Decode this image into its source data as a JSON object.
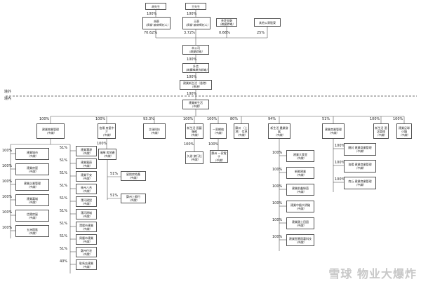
{
  "labels": {
    "outside": "境外",
    "inside": "境內"
  },
  "watermark": "雪球 物业大爆炸",
  "shareholders": [
    {
      "name": "胡先生",
      "sub": ""
    },
    {
      "name": "王先生",
      "sub": ""
    },
    {
      "name": "胡蔡",
      "sub": "（承留 被禁受託人）"
    },
    {
      "name": "王蔡",
      "sub": "（承留 被禁受託人）"
    },
    {
      "name": "茶荘金融",
      "sub": "（開曼群島）"
    },
    {
      "name": "其他公眾股東",
      "sub": ""
    }
  ],
  "chain": [
    {
      "name": "本公司",
      "sub": "（開曼群島）"
    },
    {
      "name": "升信",
      "sub": "（英屬維爾京群島）"
    },
    {
      "name": "建業新生活（香港）",
      "sub": "（香港）"
    },
    {
      "name": "建業新生活",
      "sub": "（中國）"
    }
  ],
  "level1": [
    {
      "name": "建業物業管理",
      "sub": "（中國）"
    },
    {
      "name": "信陽 房屋中介",
      "sub": "（中國）"
    },
    {
      "name": "艾瑞科技",
      "sub": "（中國）"
    },
    {
      "name": "新生活 園藝服務",
      "sub": "（中國）"
    },
    {
      "name": "一家網絡",
      "sub": "（中國）"
    },
    {
      "name": "鄭州 （土地） 信息",
      "sub": "（中國）"
    },
    {
      "name": "新生活 農業發展",
      "sub": "（中國）"
    },
    {
      "name": "建業商業管理",
      "sub": "（中國）"
    },
    {
      "name": "新生活 酒店管理",
      "sub": "（中國）"
    },
    {
      "name": "建業足球 小鎮",
      "sub": "（中國）"
    }
  ],
  "pm_left": [
    {
      "pct": "100%",
      "name": "建業城市",
      "sub": "（中國）"
    },
    {
      "pct": "100%",
      "name": "建業房屋",
      "sub": "（中國）"
    },
    {
      "pct": "100%",
      "name": "建業企業管理",
      "sub": "（中國）"
    },
    {
      "pct": "100%",
      "name": "建業嘉城",
      "sub": "（中國）"
    },
    {
      "pct": "100%",
      "name": "信陽房屋",
      "sub": "（中國）"
    },
    {
      "pct": "100%",
      "name": "五洲園區",
      "sub": "（中國）"
    }
  ],
  "pm_right": [
    {
      "pct": "51%",
      "name": "建業瀾源",
      "sub": "（中國）"
    },
    {
      "pct": "51%",
      "name": "建業寬蔚",
      "sub": "（中國）"
    },
    {
      "pct": "51%",
      "name": "建業平安",
      "sub": "（中國）"
    },
    {
      "pct": "51%",
      "name": "林州八合",
      "sub": "（中國）"
    },
    {
      "pct": "51%",
      "name": "漯河建設",
      "sub": "（中國）"
    },
    {
      "pct": "51%",
      "name": "漯河建城",
      "sub": "（中國）"
    },
    {
      "pct": "51%",
      "name": "漯陽市建業",
      "sub": "（中國）"
    },
    {
      "pct": "51%",
      "name": "周曆市建業",
      "sub": "（中國）"
    },
    {
      "pct": "51%",
      "name": "鄭州住宅",
      "sub": "（中國）"
    },
    {
      "pct": "40%",
      "name": "駐馬店建業",
      "sub": "（中國）"
    }
  ],
  "agency": [
    {
      "pct": "100%",
      "name": "瑞輝 房地產",
      "sub": "（中國）"
    },
    {
      "pct": "51%",
      "name": "星銳房地產",
      "sub": "（中國）"
    },
    {
      "pct": "51%",
      "name": "鄭州上都行",
      "sub": "（中國）"
    }
  ],
  "garden": [
    {
      "pct": "100%",
      "name": "久游 旅行社",
      "sub": "（中國）"
    }
  ],
  "network": [
    {
      "pct": "100%",
      "name": "鄭州 一家電子",
      "sub": "（中國）"
    }
  ],
  "agri": [
    {
      "pct": "100%",
      "name": "建業大食堂",
      "sub": "（中國）"
    },
    {
      "pct": "100%",
      "name": "新鮮建業",
      "sub": "（中國）"
    },
    {
      "pct": "100%",
      "name": "建業前鑫綠茵",
      "sub": "（中國）"
    },
    {
      "pct": "100%",
      "name": "建業中鍛大明豬",
      "sub": "（中國）"
    },
    {
      "pct": "100%",
      "name": "建業國土田園",
      "sub": "（中國）"
    },
    {
      "pct": "100%",
      "name": "建業智慧園藝科技",
      "sub": "（中國）"
    }
  ],
  "commercial": [
    {
      "pct": "100%",
      "name": "開封 建業商業管理",
      "sub": "（中國）"
    },
    {
      "pct": "100%",
      "name": "洛陽 建業商業管理",
      "sub": "（中國）"
    },
    {
      "pct": "100%",
      "name": "商丘 建業商業管理",
      "sub": "（中國）"
    }
  ],
  "pcts": {
    "sh_hu": "100%",
    "sh_wang": "100%",
    "cap_hu": "70.62%",
    "cap_wang": "3.72%",
    "cap_cx": "0.66%",
    "cap_pub": "25%",
    "c1": "100%",
    "c2": "100%",
    "c3": "100%",
    "l1": [
      "100%",
      "100%",
      "93.3%",
      "100%",
      "100%",
      "80%",
      "94%",
      "51%",
      "100%",
      "100%"
    ]
  }
}
